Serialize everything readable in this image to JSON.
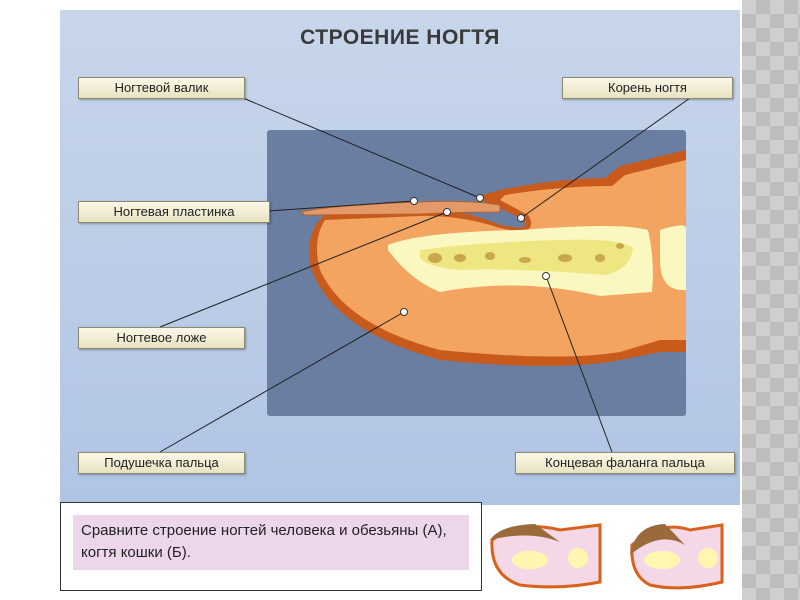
{
  "title": "СТРОЕНИЕ НОГТЯ",
  "labels": {
    "nail_fold": "Ногтевой валик",
    "nail_root": "Корень ногтя",
    "nail_plate": "Ногтевая пластинка",
    "nail_bed": "Ногтевое ложе",
    "finger_pad": "Подушечка пальца",
    "distal_phalanx": "Концевая фаланга пальца"
  },
  "task_text": "Сравните строение ногтей человека и обезьяны (А), когтя кошки (Б).",
  "colors": {
    "skin": "#f2a460",
    "skin_edge": "#c85a1c",
    "bone": "#fbf7c0",
    "background": "#5f7397"
  }
}
